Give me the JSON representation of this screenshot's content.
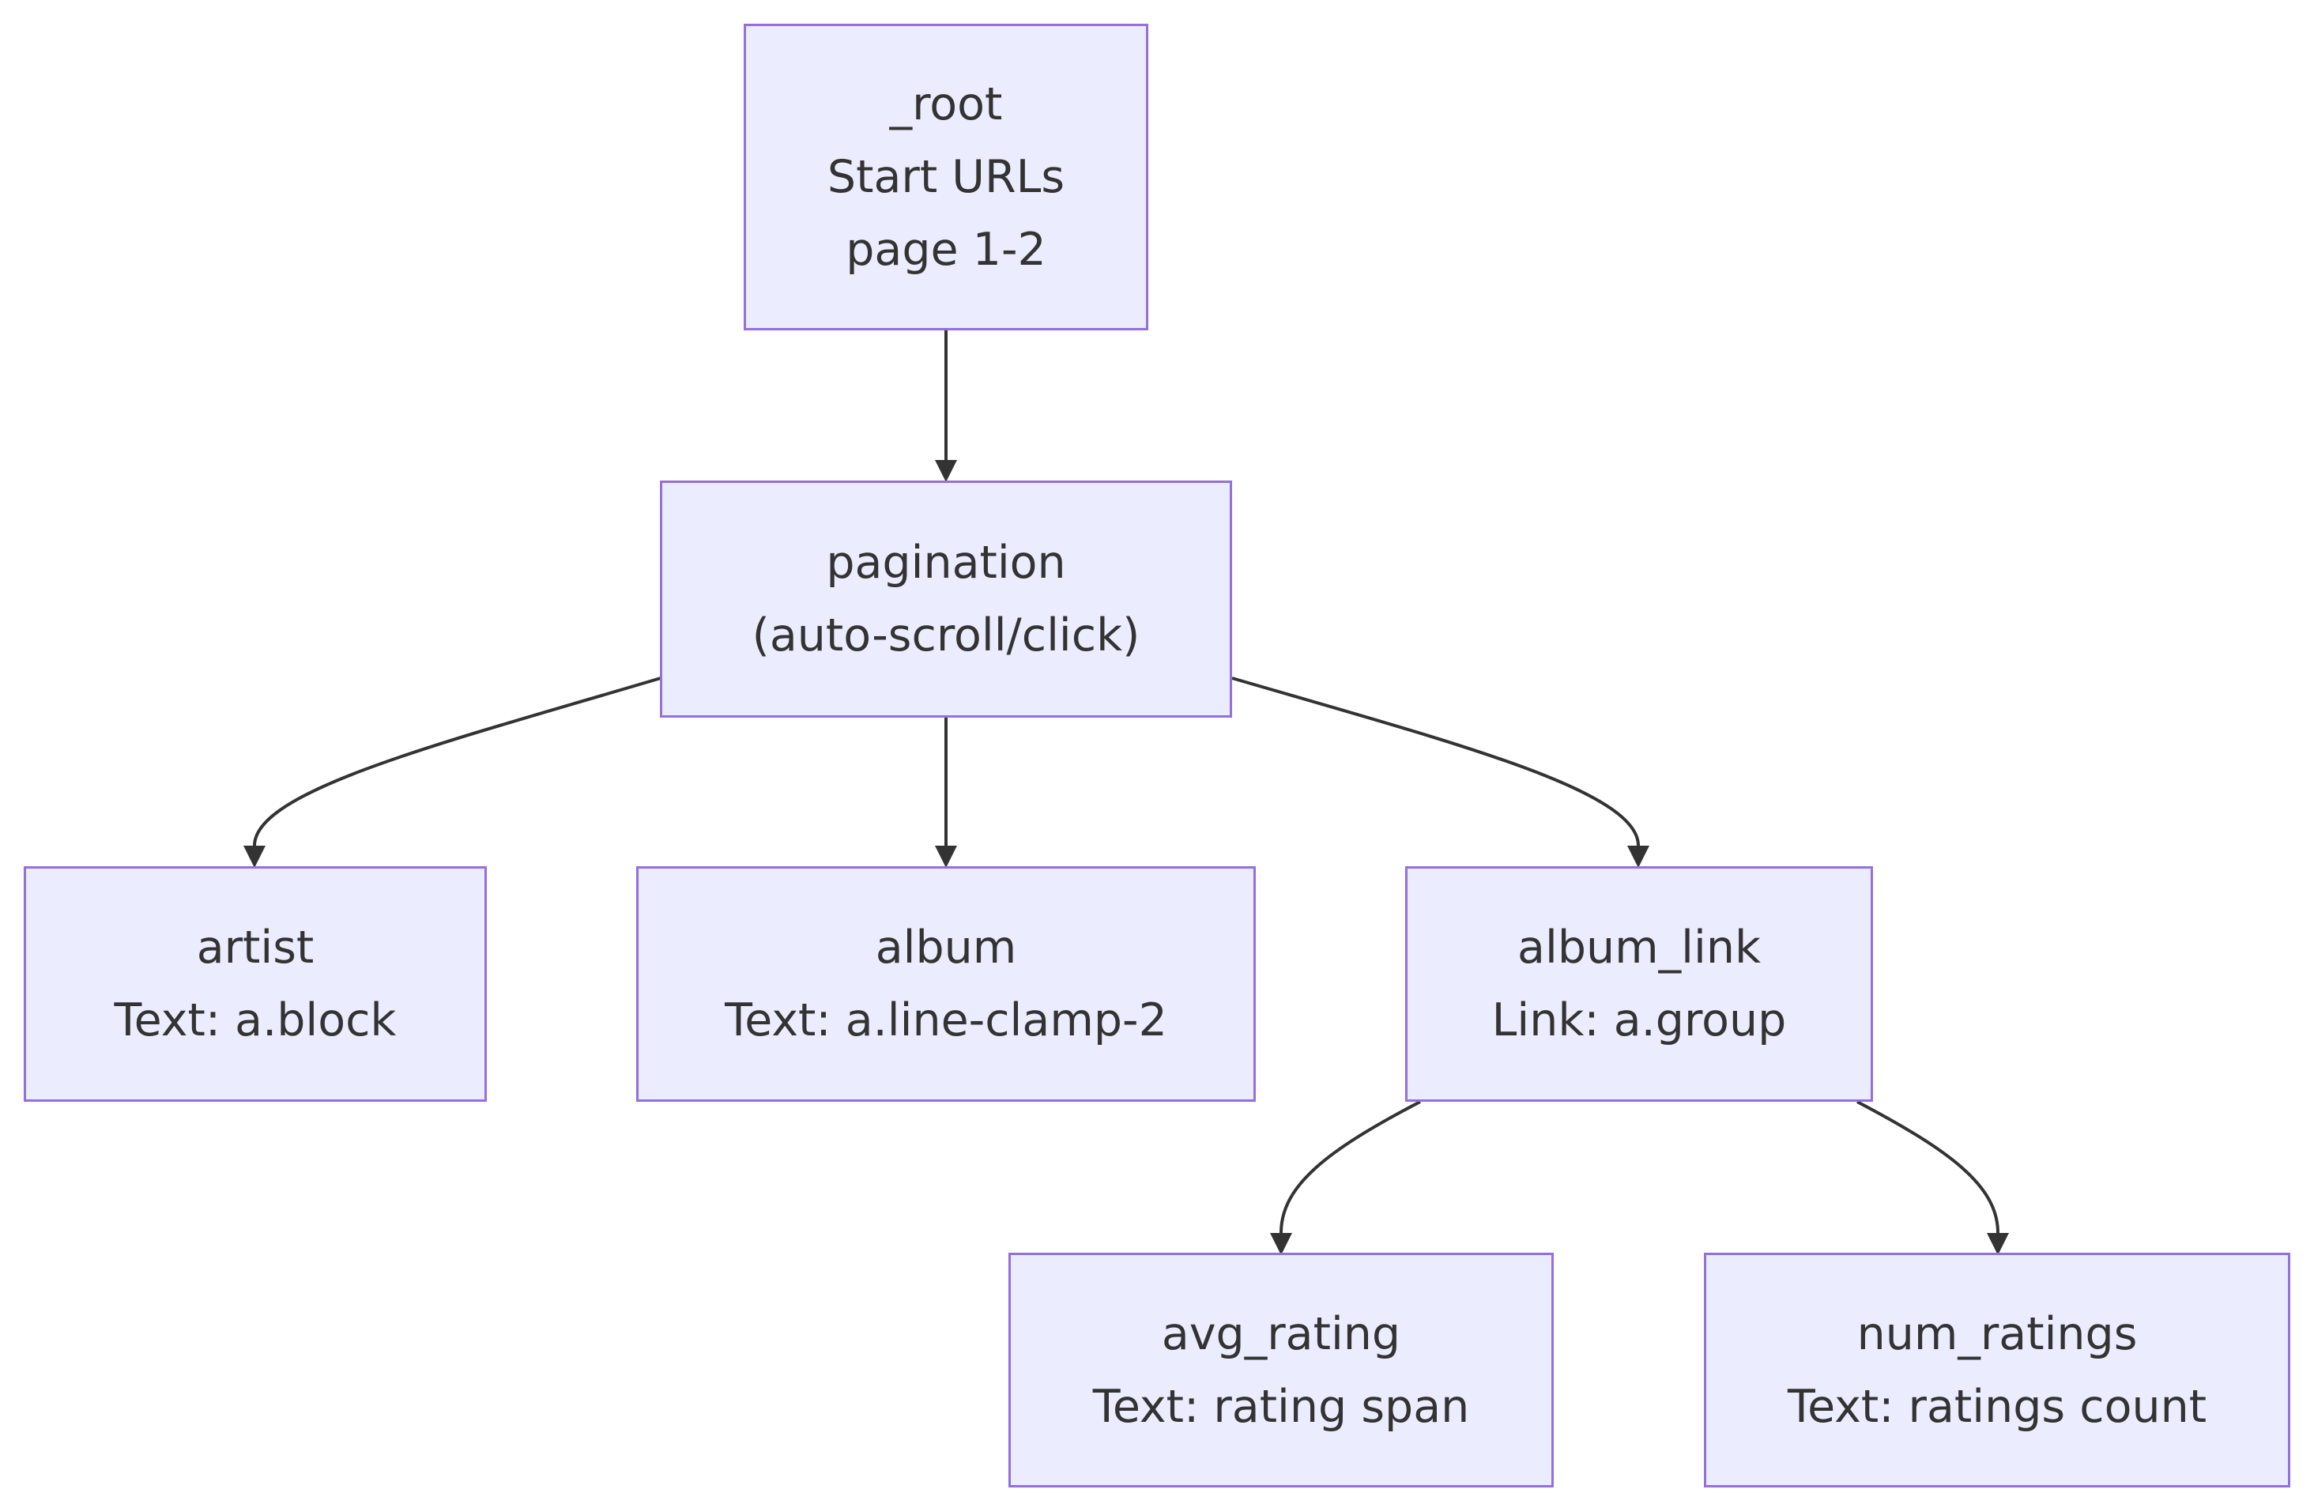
{
  "diagram": {
    "type": "flowchart",
    "direction": "top-down",
    "nodes": {
      "root": {
        "line1": "_root",
        "line2": "Start URLs",
        "line3": "page 1-2"
      },
      "pagination": {
        "line1": "pagination",
        "line2": "(auto-scroll/click)"
      },
      "artist": {
        "line1": "artist",
        "line2": "Text: a.block"
      },
      "album": {
        "line1": "album",
        "line2": "Text: a.line-clamp-2"
      },
      "album_link": {
        "line1": "album_link",
        "line2": "Link: a.group"
      },
      "avg_rating": {
        "line1": "avg_rating",
        "line2": "Text: rating span"
      },
      "num_ratings": {
        "line1": "num_ratings",
        "line2": "Text: ratings count"
      }
    },
    "edges": [
      {
        "from": "_root",
        "to": "pagination"
      },
      {
        "from": "pagination",
        "to": "artist"
      },
      {
        "from": "pagination",
        "to": "album"
      },
      {
        "from": "pagination",
        "to": "album_link"
      },
      {
        "from": "album_link",
        "to": "avg_rating"
      },
      {
        "from": "album_link",
        "to": "num_ratings"
      }
    ],
    "colors": {
      "node_fill": "#ececff",
      "node_border": "#9370db",
      "edge": "#333333",
      "text": "#333333"
    }
  }
}
